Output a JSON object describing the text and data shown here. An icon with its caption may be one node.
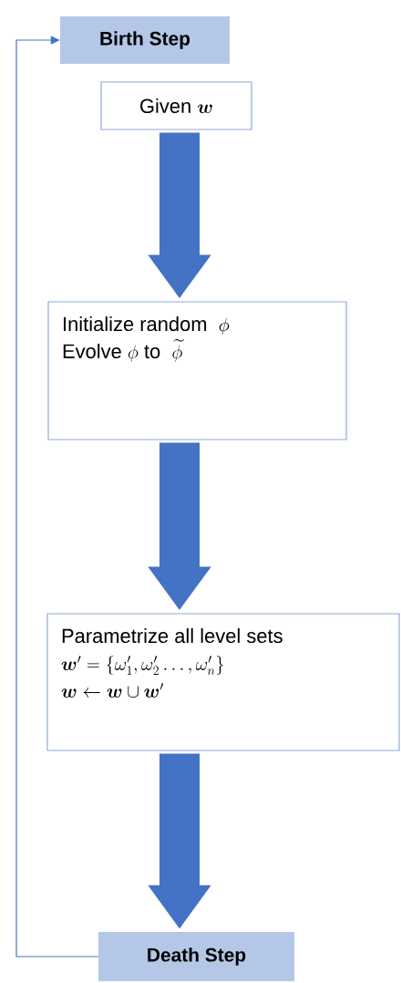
{
  "diagram": {
    "nodes": [
      {
        "text": [
          "Birth Step"
        ]
      },
      {
        "text": [
          "\\text{Given } \\boldsymbol{w}"
        ]
      },
      {
        "text": [
          "\\text{Initialize random } \\ \\phi",
          "\\text{Evolve } \\phi \\text{ to } \\ \\widetilde{\\phi}"
        ]
      },
      {
        "text": [
          "\\text{Parametrize all level sets}",
          "\\boldsymbol{w}' = \\{\\omega_1', \\omega_2' \\ldots, \\omega_n'\\}",
          "\\boldsymbol{w} \\leftarrow \\boldsymbol{w} \\cup \\boldsymbol{w}'"
        ]
      },
      {
        "text": [
          "Death Step"
        ]
      }
    ],
    "edges": [
      {
        "from": 1,
        "to": 2,
        "arrow": "to"
      },
      {
        "from": 2,
        "to": 3,
        "arrow": "to"
      },
      {
        "from": 3,
        "to": 4,
        "arrow": "to"
      },
      {
        "from": 4,
        "to": 0,
        "arrow": "to"
      }
    ]
  }
}
